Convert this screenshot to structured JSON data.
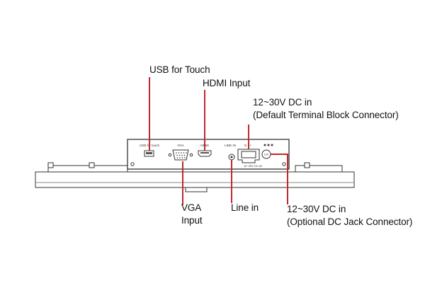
{
  "callouts": {
    "usb_touch": "USB for Touch",
    "hdmi_input": "HDMI Input",
    "dc_terminal_line1": "12~30V DC in",
    "dc_terminal_line2": "(Default Terminal Block Connector)",
    "vga_line1": "VGA",
    "vga_line2": "Input",
    "line_in": "Line in",
    "dc_jack_line1": "12~30V DC in",
    "dc_jack_line2": "(Optional DC Jack Connector)"
  },
  "panel_labels": {
    "usb": "USB for touch",
    "vga": "VGA",
    "hdmi": "HDMI",
    "line_in": "LINE IN",
    "terminal_block": "G  -  +",
    "dc_in": "12~30V DC-IN",
    "dc_jack": "12V"
  },
  "colors": {
    "leader": "#c0282d",
    "outline": "#333333",
    "text": "#111111"
  }
}
